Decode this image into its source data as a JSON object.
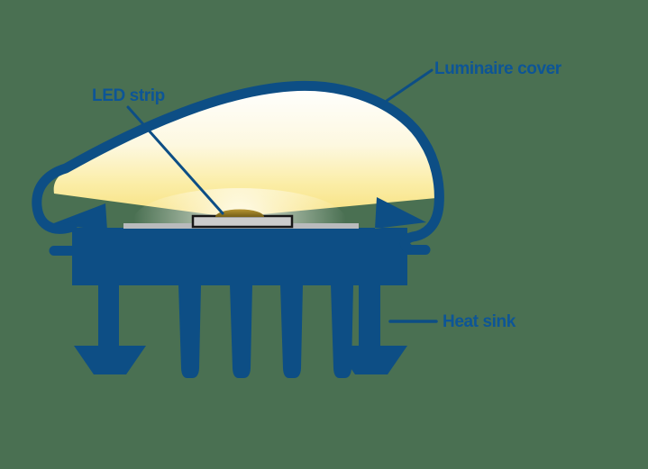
{
  "diagram": {
    "labels": {
      "led_strip": "LED strip",
      "luminaire_cover": "Luminaire cover",
      "heat_sink": "Heat sink"
    },
    "colors": {
      "background": "#4a7052",
      "diagram_blue": "#0d4e85",
      "label_text": "#0d5596",
      "light_white": "#ffffff",
      "light_cream": "#fdf8e0",
      "light_pale_yellow": "#fbeda6",
      "light_yellow": "#f6dd74",
      "glow_center": "#fffdf2",
      "pcb_gray": "#b9bbbd",
      "led_module_gray": "#cbcccc",
      "led_module_border": "#161616",
      "dome_gold": "#bb9834",
      "dome_mid": "#7a6419",
      "dome_dark": "#64511a"
    }
  }
}
